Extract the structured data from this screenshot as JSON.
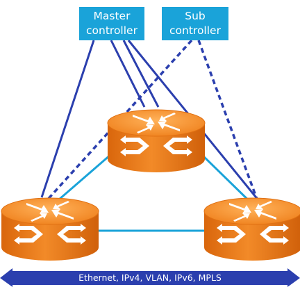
{
  "controllers": {
    "master": {
      "line1": "Master",
      "line2": "controller"
    },
    "sub": {
      "line1": "Sub",
      "line2": "controller"
    }
  },
  "links": {
    "master_link_style": "solid",
    "sub_link_style": "dashed",
    "data_plane_link_style": "solid"
  },
  "routers": [
    {
      "id": "top"
    },
    {
      "id": "bottom-left"
    },
    {
      "id": "bottom-right"
    }
  ],
  "protocol_band": {
    "label": "Ethernet, IPv4, VLAN, IPv6, MPLS"
  },
  "colors": {
    "controller_box": "#1aa3d9",
    "master_link": "#2b3fae",
    "sub_link": "#2b3fae",
    "data_plane_link": "#1aa3d9",
    "router_body": "#ec7a14",
    "router_top": "#f59a3a",
    "router_dark": "#c9600b",
    "band": "#2b3fae"
  },
  "icons": {
    "router": "router-icon",
    "band_arrow_left": "arrow-left-icon",
    "band_arrow_right": "arrow-right-icon"
  }
}
